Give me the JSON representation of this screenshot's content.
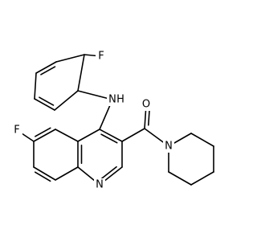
{
  "molecule": {
    "atoms": {
      "f_top": {
        "label": "F",
        "color": "#000000"
      },
      "nh": {
        "label": "N",
        "color": "#000000"
      },
      "nh_h": {
        "label": "H",
        "color": "#000000"
      },
      "o": {
        "label": "O",
        "color": "#000000"
      },
      "f_left": {
        "label": "F",
        "color": "#000000"
      },
      "n_pip": {
        "label": "N",
        "color": "#000000"
      },
      "n_quin": {
        "label": "N",
        "color": "#000000"
      }
    }
  }
}
